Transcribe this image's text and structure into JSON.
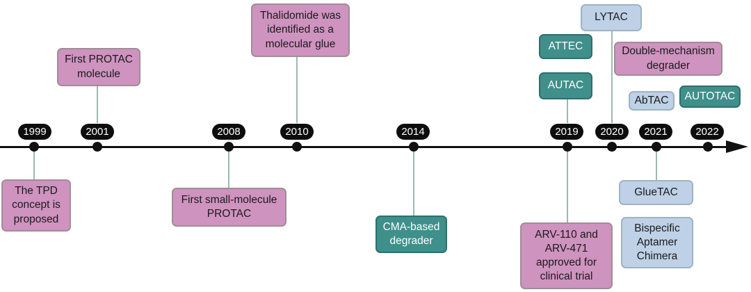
{
  "years": [
    "1999",
    "2001",
    "2008",
    "2010",
    "2014",
    "2019",
    "2020",
    "2021",
    "2022"
  ],
  "events": {
    "tpd_concept": "The TPD\nconcept is\nproposed",
    "first_protac": "First PROTAC\nmolecule",
    "first_small_molecule_protac": "First small-molecule\nPROTAC",
    "thalidomide": "Thalidomide was\nidentified as a\nmolecular glue",
    "cma_degrader": "CMA-based\ndegrader",
    "attec": "ATTEC",
    "autac": "AUTAC",
    "arv": "ARV-110 and\nARV-471\napproved for\nclinical trial",
    "lytac": "LYTAC",
    "double_mechanism": "Double-mechanism\ndegrader",
    "abtac": "AbTAC",
    "gluetac": "GlueTAC",
    "bispecific": "Bispecific\nAptamer\nChimera",
    "autotac": "AUTOTAC"
  },
  "colors": {
    "pink": "#cf93c0",
    "teal": "#3f8f8a",
    "blue": "#bed1e6",
    "axis": "#111111",
    "connector": "#9cb9ad"
  }
}
